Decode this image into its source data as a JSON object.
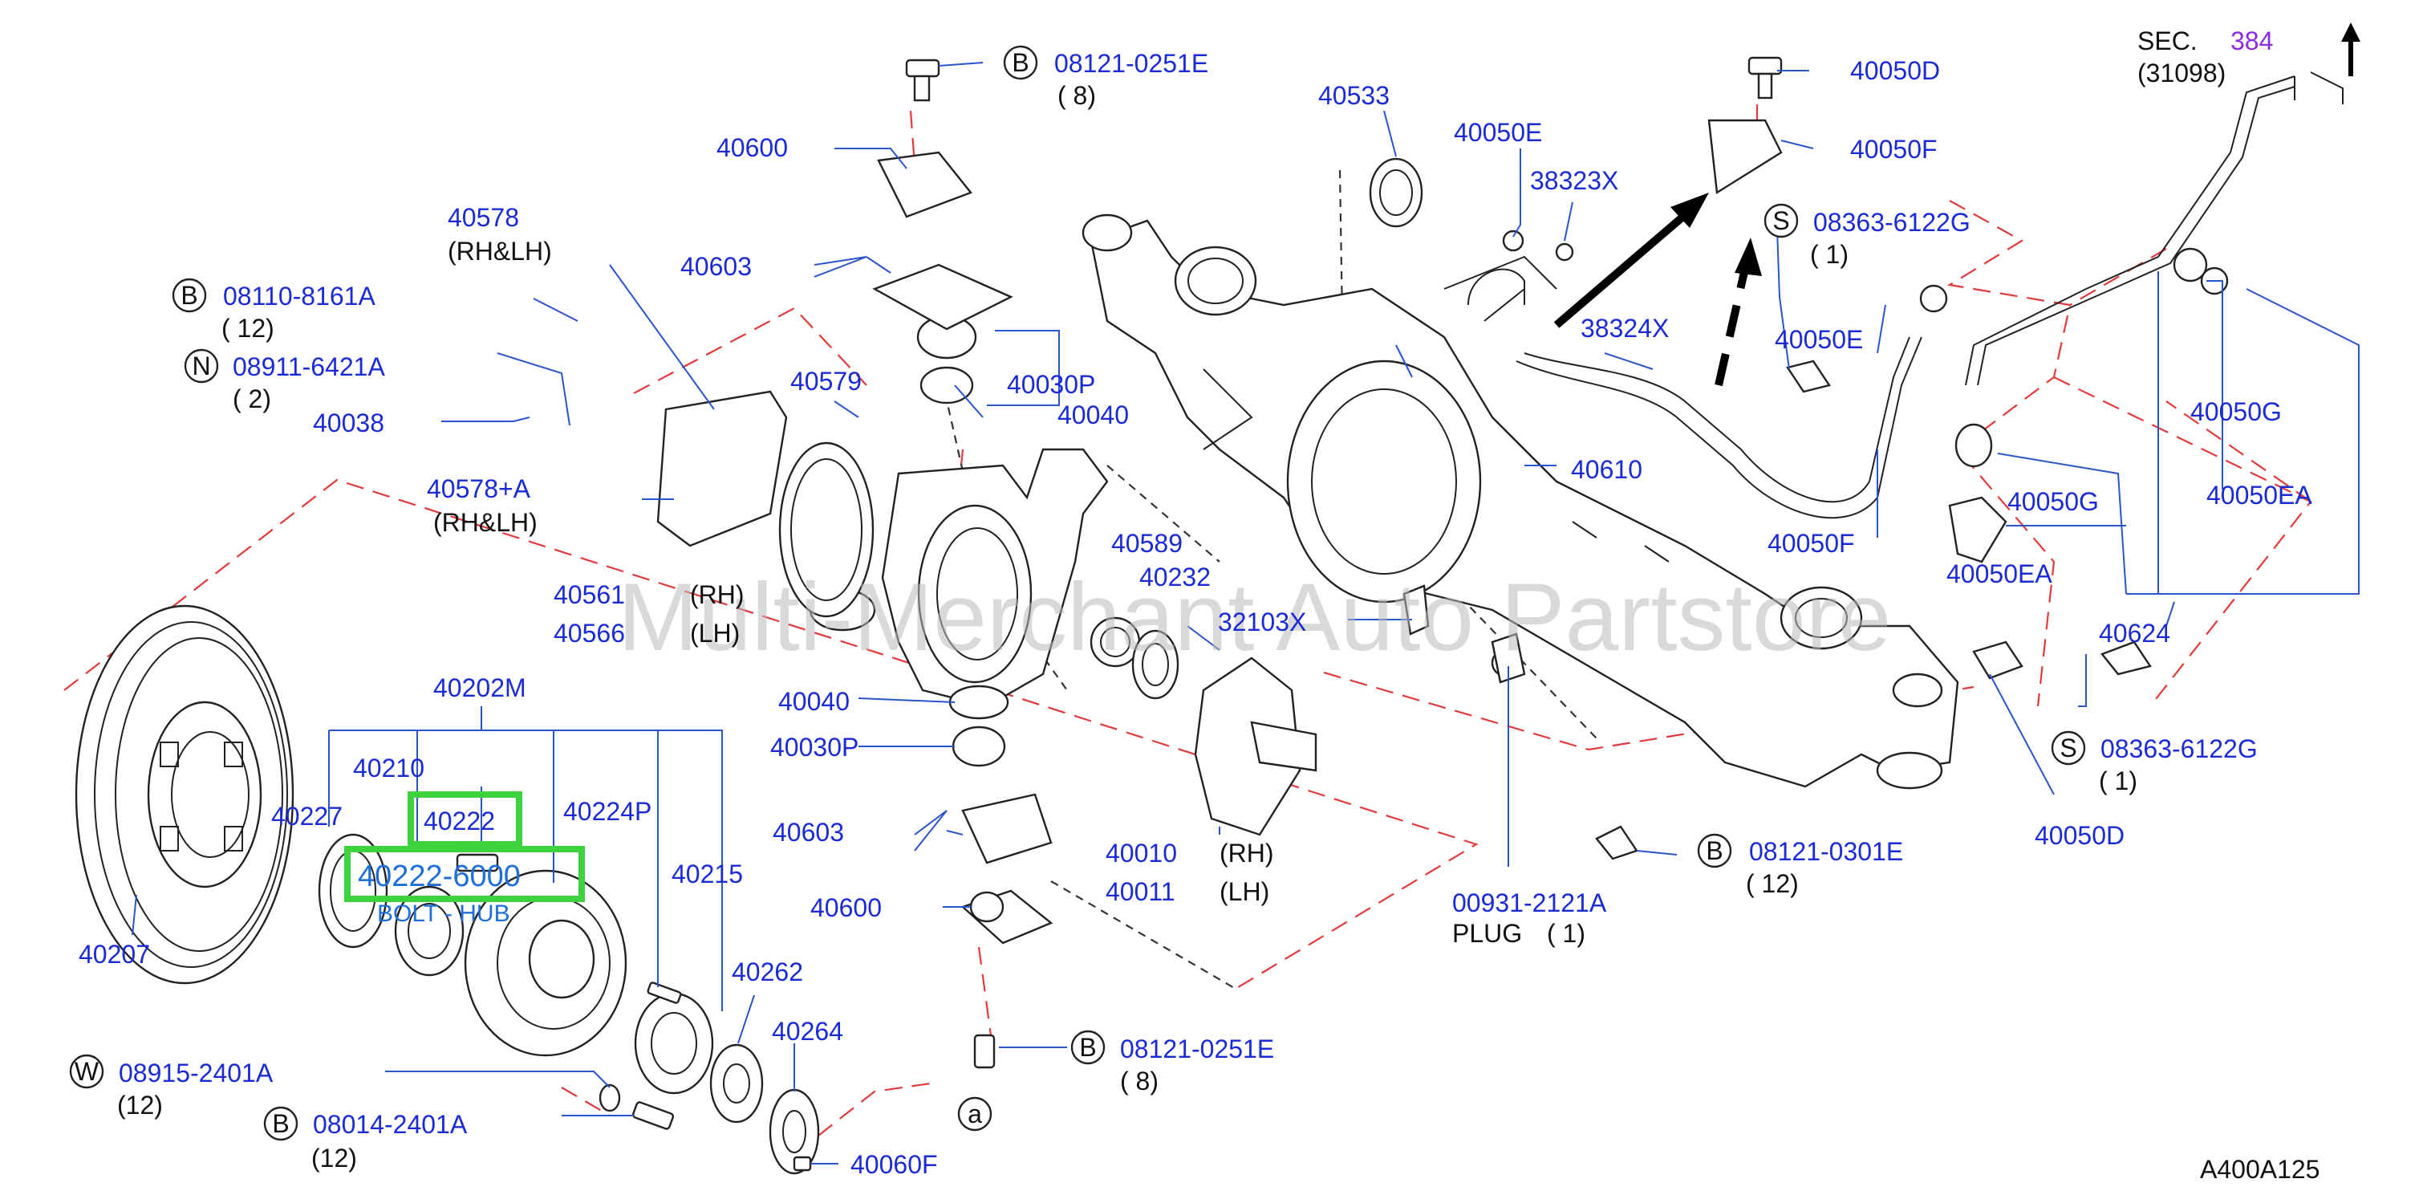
{
  "watermark": "Multi-Merchant Auto Partstore",
  "diagram_id": "A400A125",
  "section_ref": {
    "prefix": "SEC.",
    "number": "384",
    "code": "(31098)"
  },
  "highlight_primary": "40222",
  "highlight_secondary": {
    "number": "40222-6000",
    "desc": "BOLT - HUB"
  },
  "badge_codes": [
    {
      "letter": "B",
      "code": "08121-0251E",
      "qty": "( 8)"
    },
    {
      "letter": "B",
      "code": "08110-8161A",
      "qty": "( 12)"
    },
    {
      "letter": "N",
      "code": "08911-6421A",
      "qty": "( 2)"
    },
    {
      "letter": "S",
      "code": "08363-6122G",
      "qty": "( 1)"
    },
    {
      "letter": "S",
      "code": "08363-6122G",
      "qty": "( 1)"
    },
    {
      "letter": "B",
      "code": "08121-0301E",
      "qty": "( 12)"
    },
    {
      "letter": "B",
      "code": "08121-0251E",
      "qty": "( 8)"
    },
    {
      "letter": "W",
      "code": "08915-2401A",
      "qty": "(12)"
    },
    {
      "letter": "B",
      "code": "08014-2401A",
      "qty": "(12)"
    }
  ],
  "parts": [
    "40600",
    "40603",
    "40030P",
    "40040",
    "40579",
    "40578",
    "(RH&LH)",
    "40038",
    "40578+A",
    "(RH&LH)",
    "40533",
    "40050E",
    "38323X",
    "40050D",
    "40050F",
    "40050E",
    "38324X",
    "40610",
    "40050G",
    "40050G",
    "40050EA",
    "40050EA",
    "40050F",
    "40624",
    "40050D",
    "40589",
    "40232",
    "32103X",
    "40561",
    "(RH)",
    "40566",
    "(LH)",
    "40040",
    "40030P",
    "40202M",
    "40210",
    "40227",
    "40224P",
    "40215",
    "40603",
    "40600",
    "40010",
    "(RH)",
    "40011",
    "(LH)",
    "00931-2121A",
    "PLUG",
    "( 1)",
    "40207",
    "40262",
    "40264",
    "40060F",
    "a"
  ]
}
